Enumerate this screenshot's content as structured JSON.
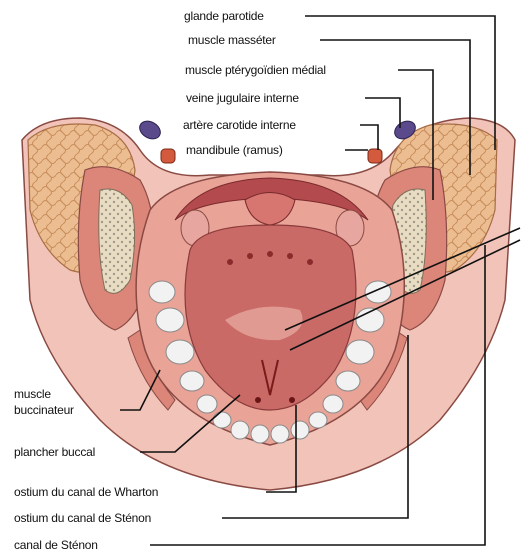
{
  "labels": {
    "glande_parotide": "glande parotide",
    "muscle_masseter": "muscle masséter",
    "muscle_pterygoidien": "muscle ptérygoïdien médial",
    "veine_jugulaire": "veine jugulaire interne",
    "artere_carotide": "artère carotide interne",
    "mandibule": "mandibule (ramus)",
    "muscle_buccinateur_1": "muscle",
    "muscle_buccinateur_2": "buccinateur",
    "plancher_buccal": "plancher buccal",
    "ostium_wharton": "ostium du canal de Wharton",
    "ostium_stenon": "ostium du canal de Sténon",
    "canal_stenon": "canal de Sténon"
  },
  "colors": {
    "gland": "#e9b98c",
    "muscle": "#d8796f",
    "tissue_pink": "#f0b5a8",
    "palate": "#b34a4d",
    "tongue": "#c96a67",
    "tooth": "#f2f2f2",
    "vein": "#5a4a8c",
    "artery": "#d35a3c",
    "line": "#111111"
  }
}
